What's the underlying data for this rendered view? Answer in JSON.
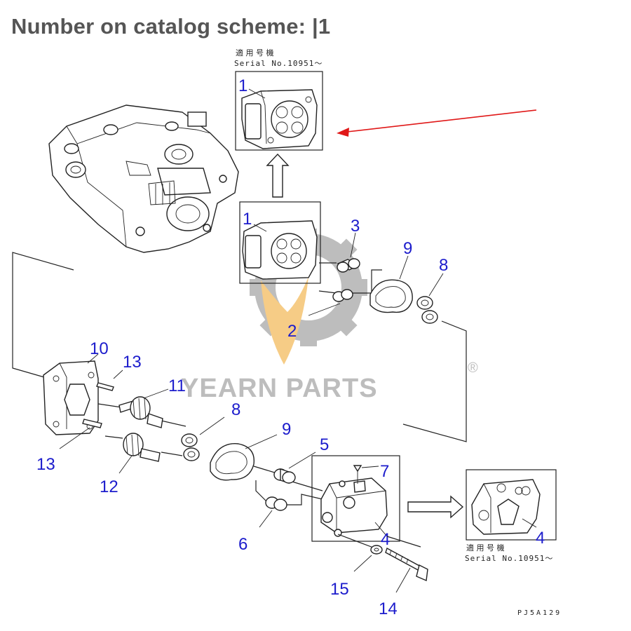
{
  "header": {
    "title": "Number on catalog scheme: |1"
  },
  "notes": [
    {
      "id": "top",
      "jp": "適 用 号 機",
      "serial": "Serial No.10951～"
    },
    {
      "id": "bottom",
      "jp": "適 用 号 機",
      "serial": "Serial No.10951～"
    }
  ],
  "callouts": [
    "1",
    "1",
    "3",
    "9",
    "8",
    "2",
    "10",
    "13",
    "11",
    "8",
    "9",
    "5",
    "7",
    "13",
    "12",
    "6",
    "4",
    "4",
    "15",
    "14"
  ],
  "watermark": {
    "text": "YEARN PARTS",
    "registered": "®"
  },
  "drawing_code": "PJ5A129",
  "colors": {
    "callout": "#1c1ccc",
    "arrow": "#e01818",
    "watermark_gray": "#bdbdbd",
    "watermark_orange": "#f6cc86",
    "title": "#555555"
  }
}
